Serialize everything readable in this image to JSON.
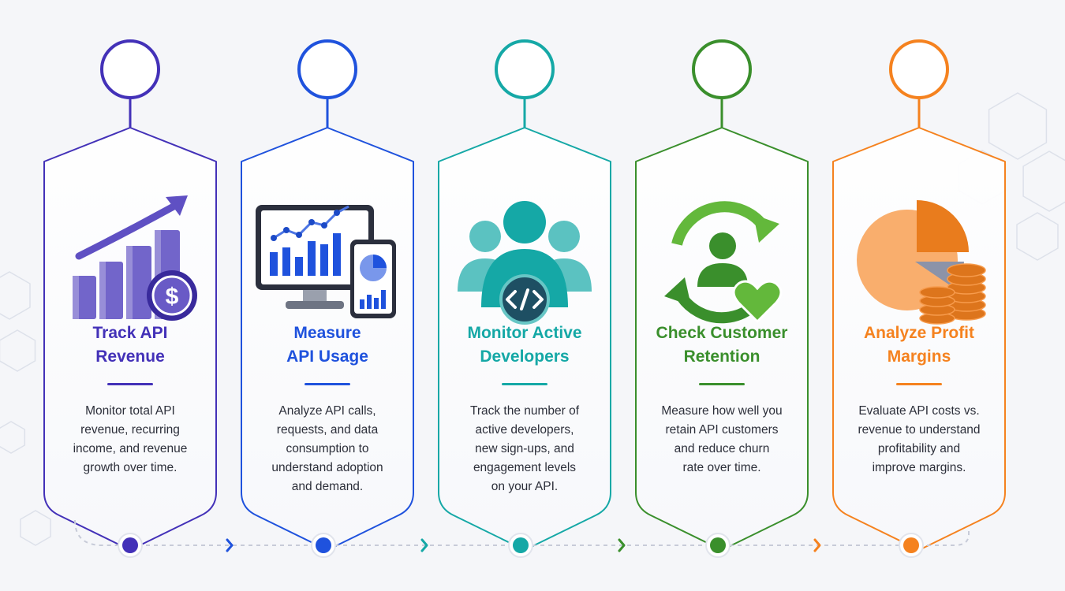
{
  "colors": {
    "background": "#f5f6f9",
    "connector": "#c7cbd8"
  },
  "steps": [
    {
      "icon": "revenue-growth-icon",
      "color": "#4331b8",
      "title_lines": [
        "Track API",
        "Revenue"
      ],
      "description_lines": [
        "Monitor total API",
        "revenue, recurring",
        "income, and revenue",
        "growth over time."
      ]
    },
    {
      "icon": "usage-dashboard-icon",
      "color": "#1f52dd",
      "title_lines": [
        "Measure",
        "API Usage"
      ],
      "description_lines": [
        "Analyze API calls,",
        "requests, and data",
        "consumption to",
        "understand adoption",
        "and demand."
      ]
    },
    {
      "icon": "developers-code-icon",
      "color": "#15a8a6",
      "title_lines": [
        "Monitor Active",
        "Developers"
      ],
      "description_lines": [
        "Track the number of",
        "active developers,",
        "new sign-ups, and",
        "engagement levels",
        "on your API."
      ]
    },
    {
      "icon": "customer-retention-icon",
      "color": "#3a8f2c",
      "accent": "#63b83b",
      "title_lines": [
        "Check Customer",
        "Retention"
      ],
      "description_lines": [
        "Measure how well you",
        "retain API customers",
        "and reduce churn",
        "rate over time."
      ]
    },
    {
      "icon": "profit-pie-coins-icon",
      "color": "#f5821f",
      "title_lines": [
        "Analyze Profit",
        "Margins"
      ],
      "description_lines": [
        "Evaluate API costs vs.",
        "revenue to understand",
        "profitability and",
        "improve margins."
      ]
    }
  ]
}
